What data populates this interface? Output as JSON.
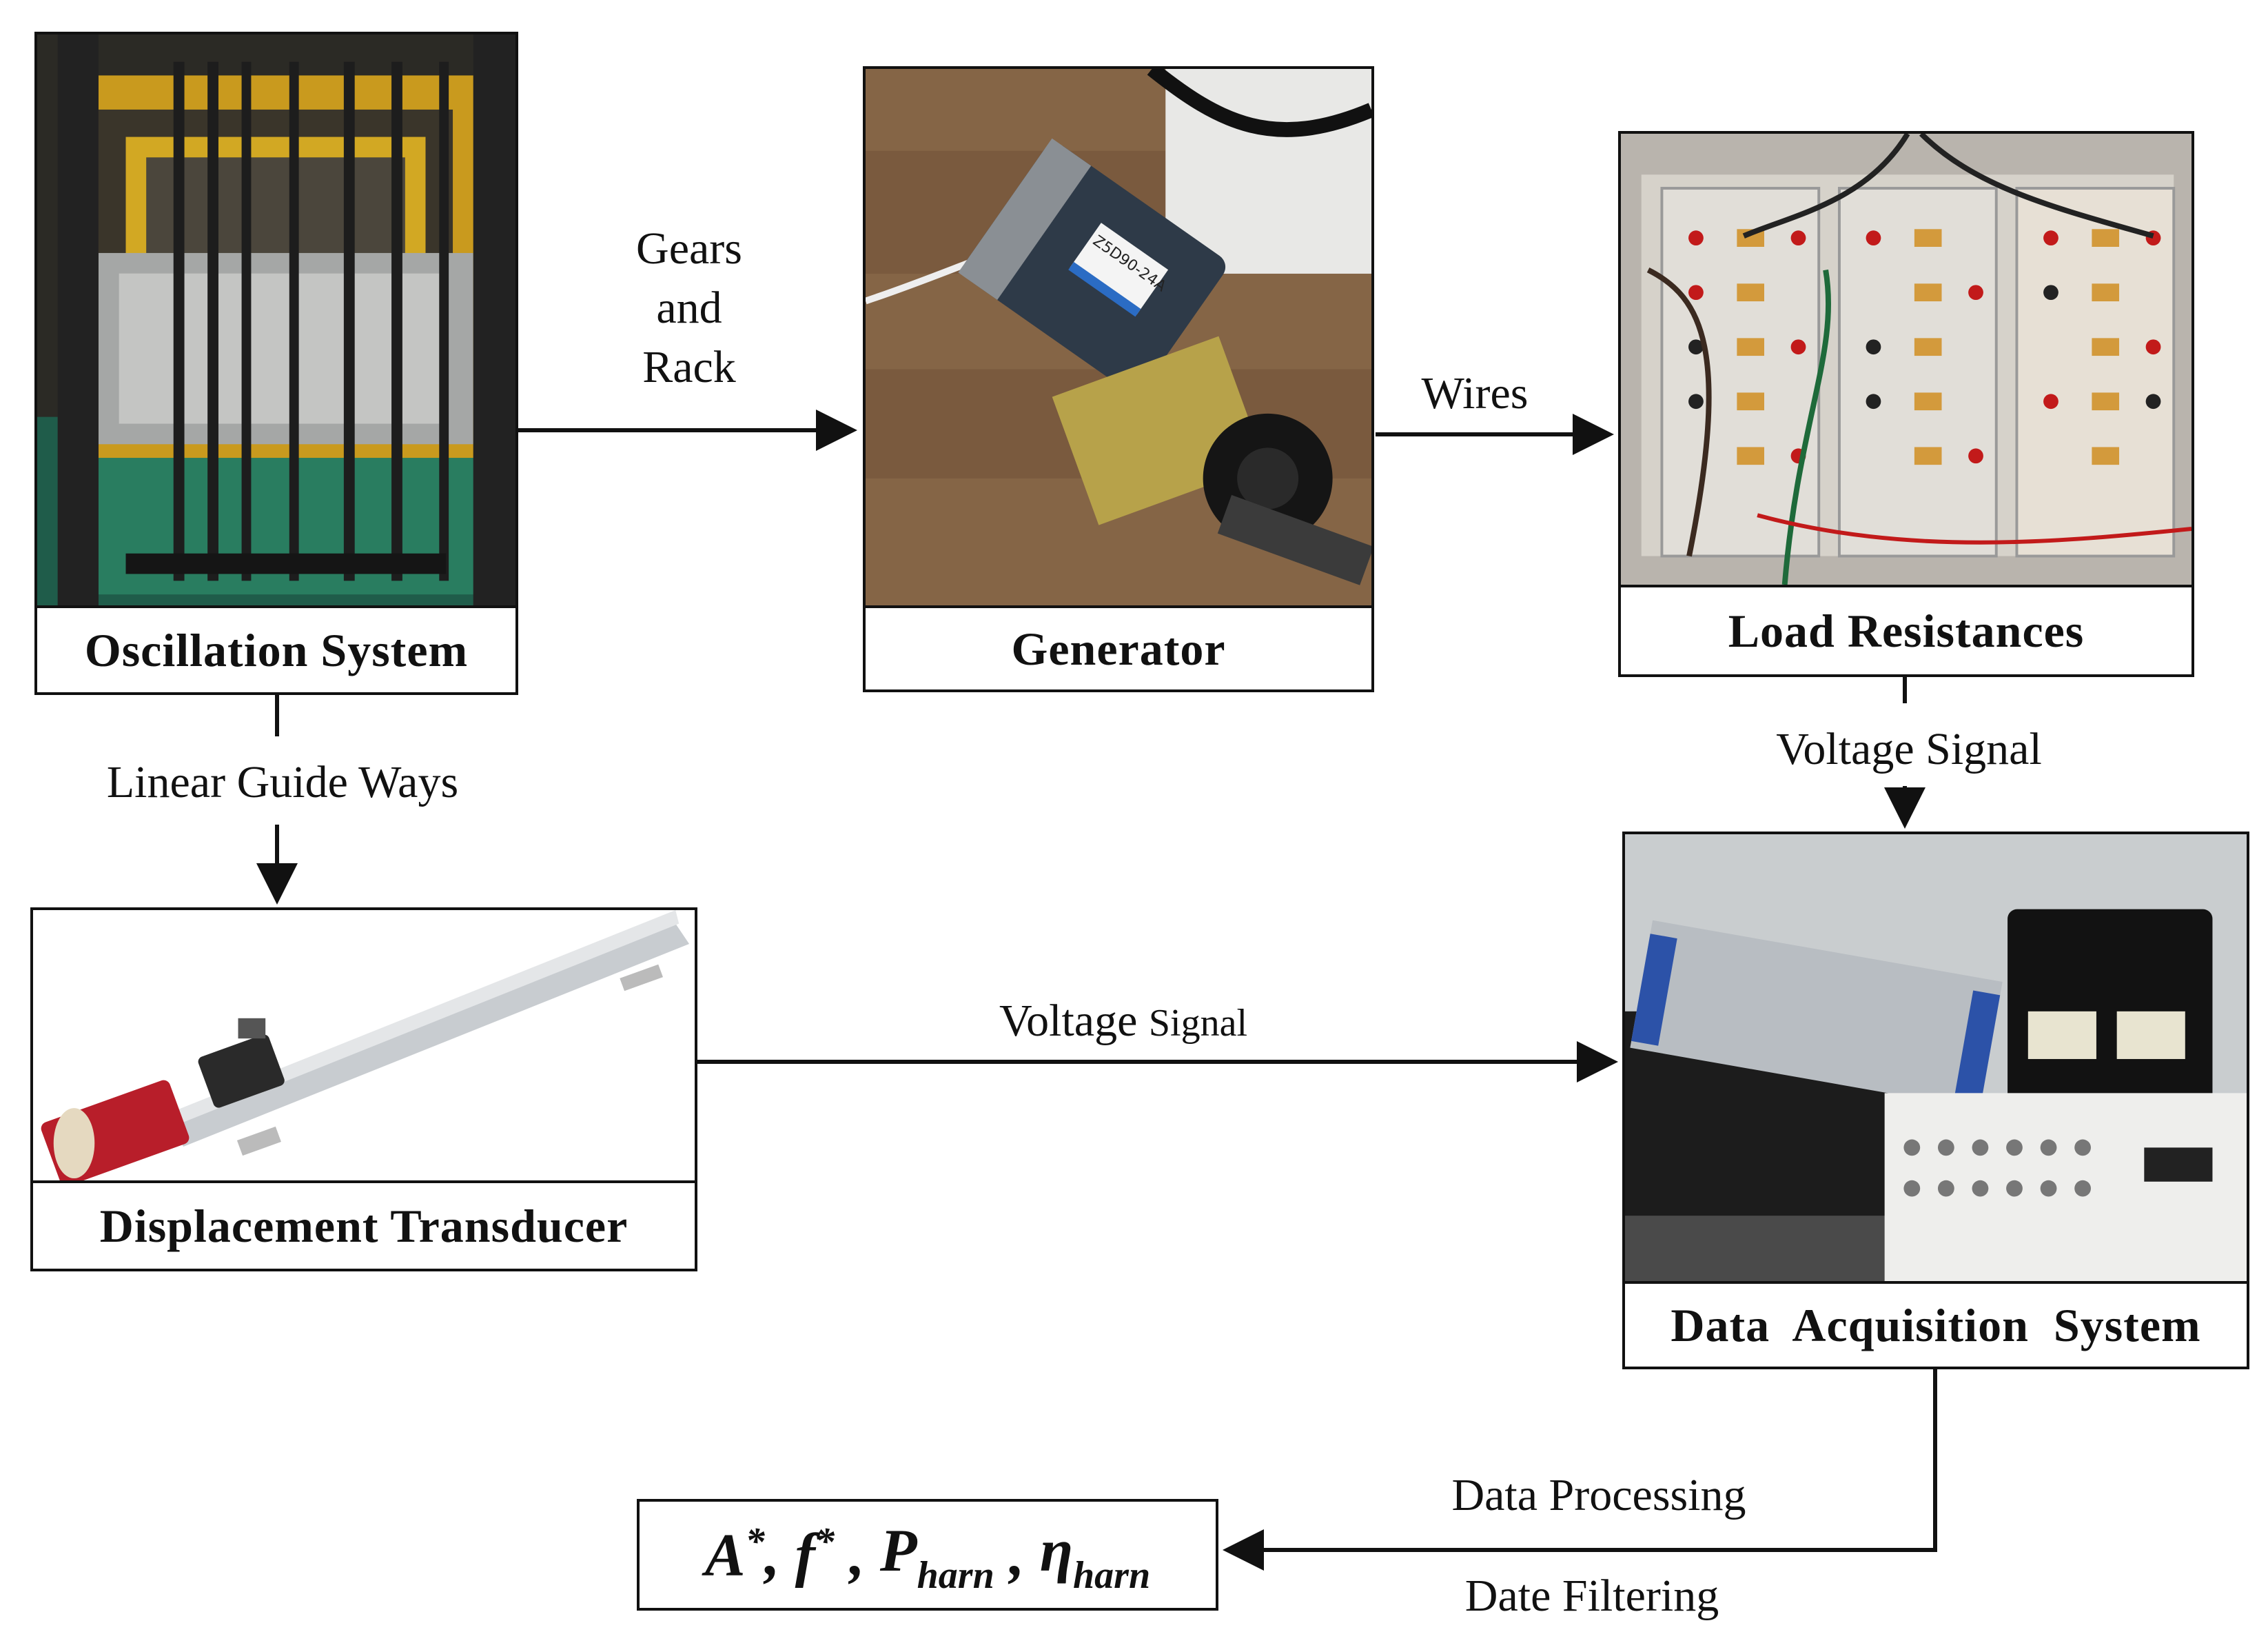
{
  "nodes": {
    "oscillation": {
      "label": "Oscillation System"
    },
    "generator": {
      "label": "Generator"
    },
    "load": {
      "label": "Load Resistances"
    },
    "displacement": {
      "label": "Displacement Transducer"
    },
    "daq": {
      "label": "Data Acquisition System"
    }
  },
  "photos": {
    "generator_label_1": "Z5D90-24A"
  },
  "edges": {
    "osc_to_gen": [
      "Gears",
      "and",
      "Rack"
    ],
    "gen_to_load": "Wires",
    "osc_to_disp": "Linear Guide Ways",
    "load_to_daq": "Voltage Signal",
    "disp_to_daq": {
      "main": "Voltage",
      "small": "Signal"
    },
    "daq_to_output_top": "Data Processing",
    "daq_to_output_bottom": "Date Filtering"
  },
  "output": {
    "A": "A",
    "A_sup": "*",
    "f": "f",
    "f_sup": "*",
    "P": "P",
    "P_sub": "harn",
    "eta": "η",
    "eta_sub": "harn",
    "sep": ","
  }
}
